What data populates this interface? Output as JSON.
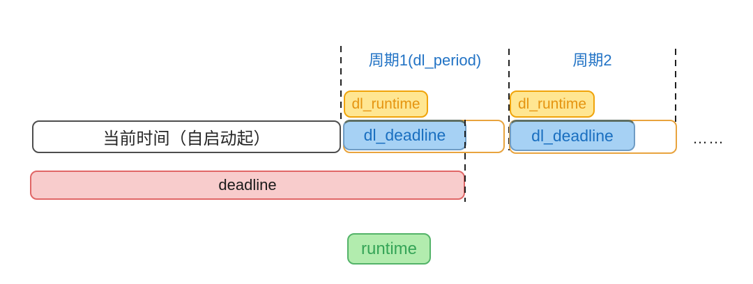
{
  "diagram": {
    "period1": {
      "label": "周期1(dl_period)",
      "dl_runtime_label": "dl_runtime",
      "dl_deadline_label": "dl_deadline"
    },
    "period2": {
      "label": "周期2",
      "dl_runtime_label": "dl_runtime",
      "dl_deadline_label": "dl_deadline"
    },
    "current_time_label": "当前时间（自启动起）",
    "deadline_label": "deadline",
    "runtime_label": "runtime",
    "ellipsis": "……",
    "colors": {
      "period_label_text": "#2273C5",
      "dl_runtime_fill": "#FFE692",
      "dl_runtime_border": "#F0A30A",
      "dl_runtime_text": "#E59410",
      "dl_deadline_fill": "#A6D1F4",
      "dl_deadline_border": "#6F9CC4",
      "dl_deadline_text": "#1A6FC0",
      "period_outline_border": "#E8A33D",
      "current_time_border": "#4D4D4D",
      "current_time_text": "#262626",
      "deadline_fill": "#F8CCCC",
      "deadline_border": "#E06666",
      "deadline_text": "#1A1A1A",
      "runtime_fill": "#B2ECAE",
      "runtime_border": "#53B368",
      "runtime_text": "#35A457",
      "dashed_line": "#1F1F1F",
      "background": "#FFFFFF"
    }
  }
}
